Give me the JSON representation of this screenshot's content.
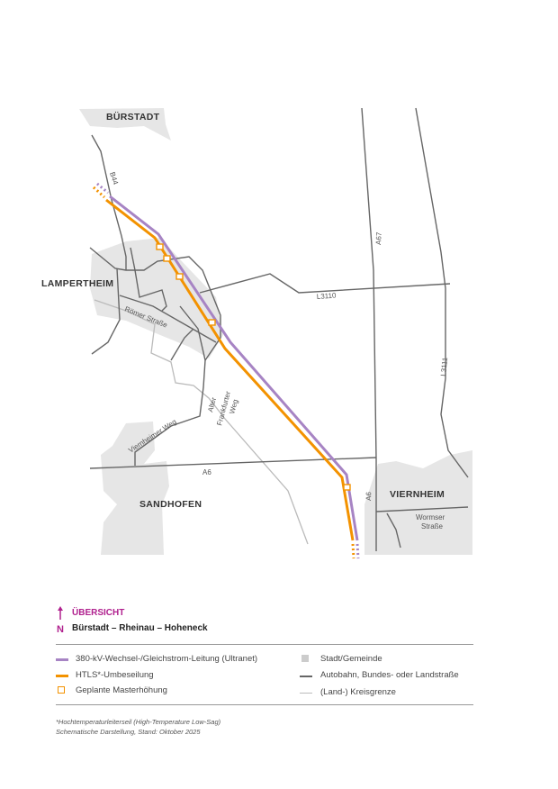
{
  "map": {
    "towns": [
      "BÜRSTADT",
      "LAMPERTHEIM",
      "SANDHOFEN",
      "VIERNHEIM"
    ],
    "roads": [
      "B44",
      "A67",
      "L3110",
      "L3111",
      "Römer Straße",
      "Alter",
      "Frankfurter",
      "Weg",
      "Viernheimer Weg",
      "A6",
      "A6",
      "Wormser",
      "Straße"
    ],
    "colors": {
      "ultranet": "#a784c4",
      "htls": "#f39200",
      "town_area": "#e6e6e6",
      "road": "#666666",
      "border": "#bbbbbb"
    }
  },
  "header": {
    "north_label": "N",
    "title": "ÜBERSICHT",
    "subtitle": "Bürstadt – Rheinau – Hoheneck",
    "north_icon": "north-arrow-icon"
  },
  "legend": {
    "ultranet": "380-kV-Wechsel-/Gleichstrom-Leitung (Ultranet)",
    "htls": "HTLS*-Umbeseilung",
    "mast": "Geplante Masterhöhung",
    "town": "Stadt/Gemeinde",
    "road": "Autobahn, Bundes- oder Landstraße",
    "border": "(Land-) Kreisgrenze"
  },
  "footnote": {
    "line1": "*Hochtemperaturleiterseil (High-Temperature Low-Sag)",
    "line2": "Schematische Darstellung, Stand: Oktober 2025"
  }
}
